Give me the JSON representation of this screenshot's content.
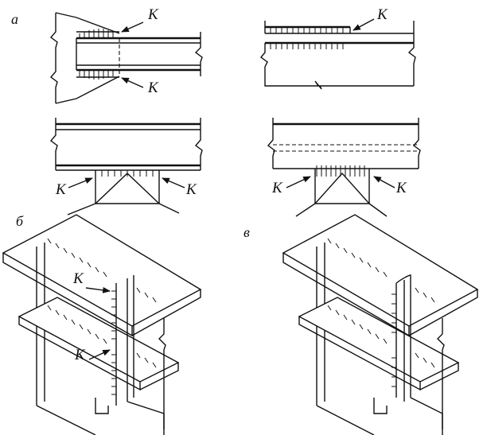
{
  "panels": {
    "a": "а",
    "b": "б",
    "v": "в"
  },
  "callouts": {
    "k1": "К",
    "k2": "К",
    "k3": "К",
    "k4": "К",
    "k5": "К",
    "k6": "К",
    "k7": "К",
    "k8": "К"
  },
  "colors": {
    "ink": "#111111",
    "background": "#ffffff"
  }
}
